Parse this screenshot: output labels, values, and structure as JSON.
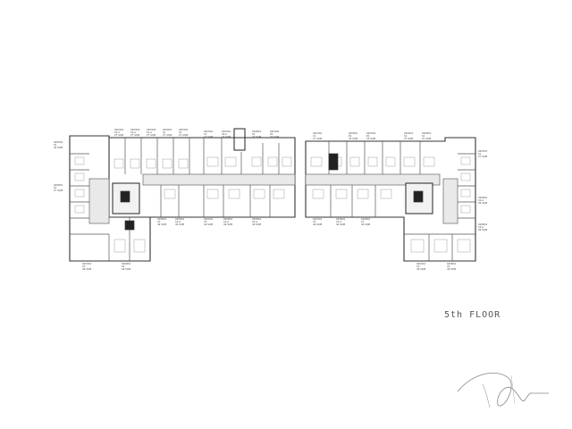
{
  "floor_title": "5th FLOOR",
  "units": [
    {
      "code": "0205D2",
      "type": "S1",
      "area": "49 SQM"
    },
    {
      "code": "0203D1",
      "type": "S1-A",
      "area": "27 SQM"
    },
    {
      "code": "0203D2",
      "type": "S1-A",
      "area": "27 SQM"
    },
    {
      "code": "0203D3",
      "type": "S1-A",
      "area": "27 SQM"
    },
    {
      "code": "0200D1",
      "type": "S1",
      "area": "27 SQM"
    },
    {
      "code": "0203D1",
      "type": "S1",
      "area": "27 SQM"
    },
    {
      "code": "0203D1",
      "type": "C1",
      "area": "27 SQM"
    },
    {
      "code": "0203D1",
      "type": "S2-A",
      "area": "27 SQM"
    },
    {
      "code": "0208D1",
      "type": "D1",
      "area": "33 SQM"
    },
    {
      "code": "0203D2",
      "type": "D1",
      "area": "33 SQM"
    },
    {
      "code": "0208D1",
      "type": "C1",
      "area": "49 SQM"
    },
    {
      "code": "0208D1",
      "type": "C2-A",
      "area": "49 SQM"
    },
    {
      "code": "0203D1",
      "type": "C3",
      "area": "49 SQM"
    },
    {
      "code": "0208D1",
      "type": "C2-A",
      "area": "49 SQM"
    },
    {
      "code": "0208D1",
      "type": "C2-A",
      "area": "49 SQM"
    },
    {
      "code": "0208D1",
      "type": "S1",
      "area": "27 SQM"
    },
    {
      "code": "0200D1",
      "type": "S1",
      "area": "27 SQM"
    },
    {
      "code": "0208D1",
      "type": "S1",
      "area": "27 SQM"
    },
    {
      "code": "0203D1",
      "type": "C3",
      "area": "49 SQM"
    },
    {
      "code": "0208D1",
      "type": "C2",
      "area": "49 SQM"
    }
  ]
}
